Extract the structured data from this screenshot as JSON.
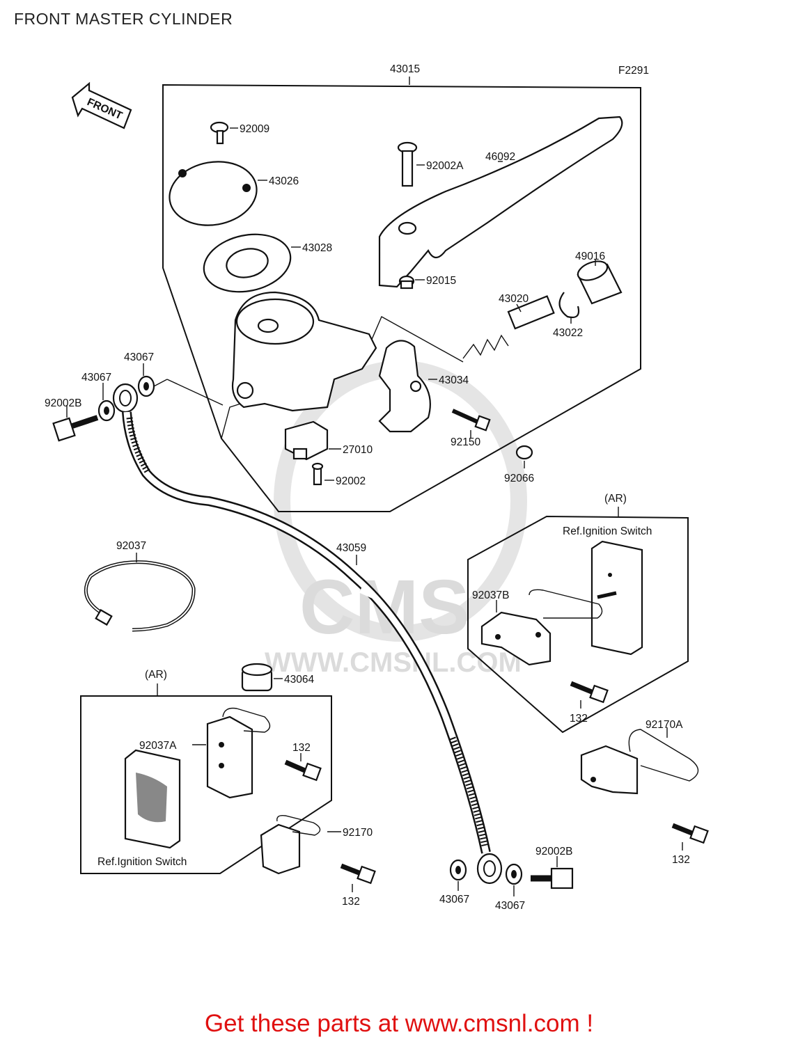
{
  "page": {
    "title": "FRONT MASTER CYLINDER",
    "figure_code": "F2291",
    "front_arrow": "FRONT",
    "footer": "Get these parts at www.cmsnl.com !",
    "watermark": {
      "brand": "CMS",
      "url": "WWW.CMSNL.COM",
      "color": "#d8d8d8"
    },
    "footer_color": "#e01010"
  },
  "callouts": {
    "assembly": "43015",
    "screw_cap": "92009",
    "cap": "43026",
    "diaphragm": "43028",
    "pivot_bolt": "92002A",
    "lever": "46092",
    "lever_nut": "92015",
    "boot": "49016",
    "piston_set": "43020",
    "circlip": "43022",
    "holder": "43034",
    "holder_bolt": "92150",
    "cap_plug": "92066",
    "switch": "27010",
    "switch_screw": "92002",
    "washer_top": "43067",
    "washer_left": "43067",
    "banjo_bolt_top": "92002B",
    "brake_hose": "43059",
    "clamp": "92037",
    "grommet": "43064",
    "washer_bottom_left": "43067",
    "washer_bottom_right": "43067",
    "banjo_bolt_bottom": "92002B",
    "bracket_right": "92037B",
    "bolt_right": "132",
    "clamp_right": "92170A",
    "bolt_far_right": "132",
    "bracket_left": "92037A",
    "bolt_left_1": "132",
    "clamp_left": "92170",
    "bolt_left_2": "132"
  },
  "inset_right": {
    "region": "(AR)",
    "ref": "Ref.Ignition Switch"
  },
  "inset_left": {
    "region": "(AR)",
    "ref": "Ref.Ignition Switch"
  }
}
